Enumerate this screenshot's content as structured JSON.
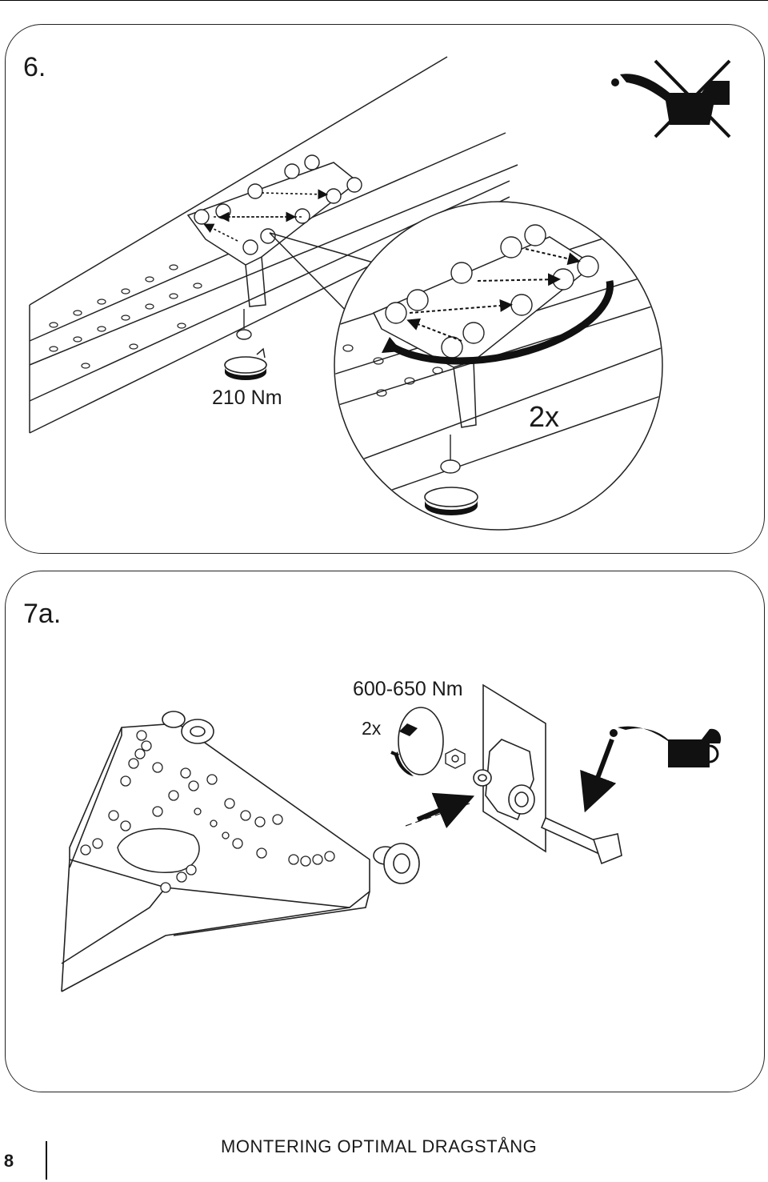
{
  "step6": {
    "number": "6.",
    "torque": "210 Nm",
    "repeat": "2x",
    "icons": [
      "no-oil-can-icon",
      "rotate-icon",
      "arrow-icon"
    ]
  },
  "step7a": {
    "number": "7a.",
    "torque": "600-650 Nm",
    "repeat": "2x",
    "icons": [
      "oil-can-icon",
      "rotate-icon",
      "arrow-icon"
    ]
  },
  "footer": {
    "page_number": "8",
    "title": "MONTERING OPTIMAL DRAGSTÅNG"
  }
}
